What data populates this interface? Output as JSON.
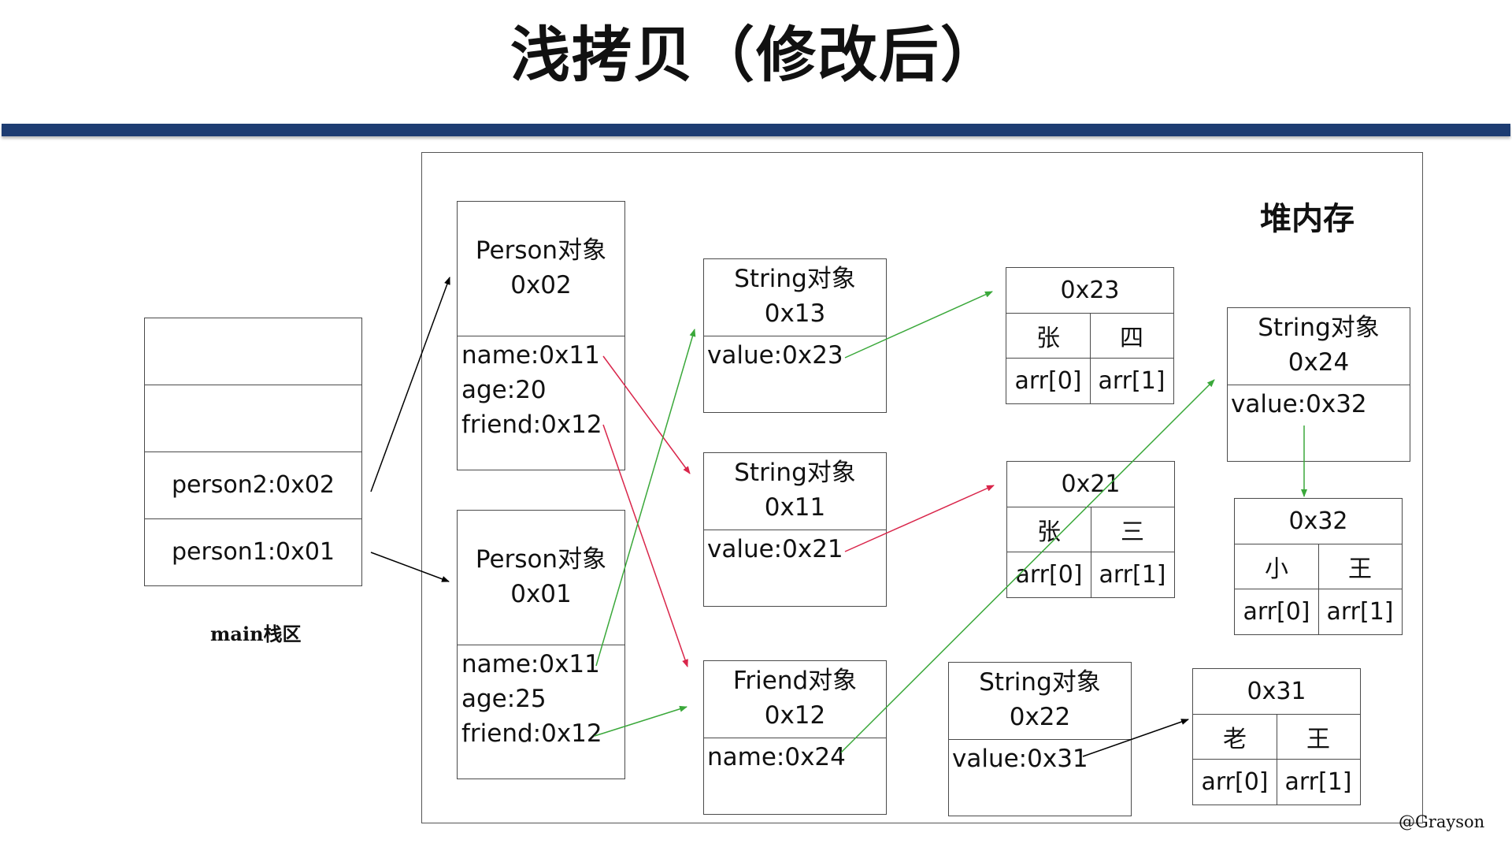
{
  "title": "浅拷贝（修改后）",
  "heap_label": "堆内存",
  "stack_label": "main栈区",
  "credit": "@Grayson",
  "stack": {
    "slots": [
      "",
      "",
      "person2:0x02",
      "person1:0x01"
    ]
  },
  "person2": {
    "header": [
      "Person对象",
      "0x02"
    ],
    "fields": [
      "name:0x11",
      "age:20",
      "friend:0x12"
    ]
  },
  "person1": {
    "header": [
      "Person对象",
      "0x01"
    ],
    "fields": [
      "name:0x11",
      "age:25",
      "friend:0x12"
    ]
  },
  "string13": {
    "header": [
      "String对象",
      "0x13"
    ],
    "fields": [
      "value:0x23"
    ]
  },
  "string11": {
    "header": [
      "String对象",
      "0x11"
    ],
    "fields": [
      "value:0x21"
    ]
  },
  "friend12": {
    "header": [
      "Friend对象",
      "0x12"
    ],
    "fields": [
      "name:0x24"
    ]
  },
  "string22": {
    "header": [
      "String对象",
      "0x22"
    ],
    "fields": [
      "value:0x31"
    ]
  },
  "string24": {
    "header": [
      "String对象",
      "0x24"
    ],
    "fields": [
      "value:0x32"
    ]
  },
  "array23": {
    "addr": "0x23",
    "chars": [
      "张",
      "四"
    ],
    "idx": [
      "arr[0]",
      "arr[1]"
    ]
  },
  "array21": {
    "addr": "0x21",
    "chars": [
      "张",
      "三"
    ],
    "idx": [
      "arr[0]",
      "arr[1]"
    ]
  },
  "array32": {
    "addr": "0x32",
    "chars": [
      "小",
      "王"
    ],
    "idx": [
      "arr[0]",
      "arr[1]"
    ]
  },
  "array31": {
    "addr": "0x31",
    "chars": [
      "老",
      "王"
    ],
    "idx": [
      "arr[0]",
      "arr[1]"
    ]
  },
  "colors": {
    "black_arrow": "#000000",
    "red_arrow": "#d9254a",
    "green_arrow": "#3aa83a",
    "title_bar": "#1d3c72"
  }
}
